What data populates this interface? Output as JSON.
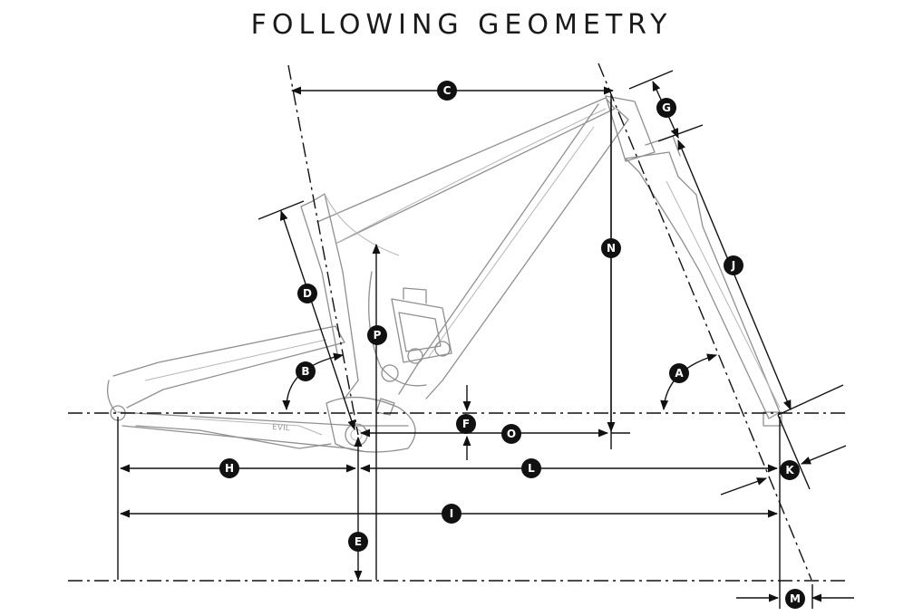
{
  "title": "FOLLOWING GEOMETRY",
  "frame_label": "EVIL",
  "labels": {
    "A": "A",
    "B": "B",
    "C": "C",
    "D": "D",
    "E": "E",
    "F": "F",
    "G": "G",
    "H": "H",
    "I": "I",
    "J": "J",
    "K": "K",
    "L": "L",
    "M": "M",
    "N": "N",
    "O": "O",
    "P": "P"
  },
  "icons": {
    "dimension_marker": "black-circle-letter-badge",
    "arrowhead": "solid-triangle-arrow"
  }
}
